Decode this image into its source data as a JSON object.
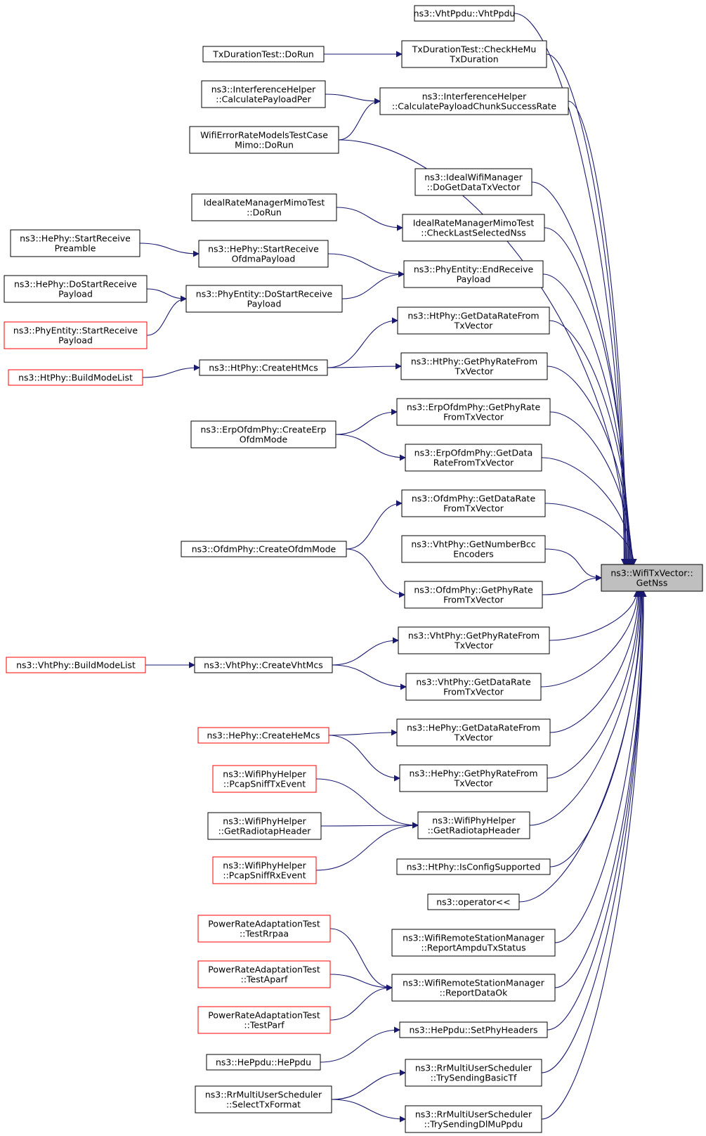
{
  "colors": {
    "edge": "#191970",
    "border_default": "#000000",
    "border_red": "#ff0000",
    "target_fill": "#bfbfbf"
  },
  "target": {
    "id": "t",
    "lines": [
      "ns3::WifiTxVector::",
      "GetNss"
    ]
  },
  "nodes": [
    {
      "id": "vhtppdu",
      "lines": [
        "ns3::VhtPpdu::VhtPpdu"
      ]
    },
    {
      "id": "checkhemu",
      "lines": [
        "TxDurationTest::CheckHeMu",
        "TxDuration"
      ]
    },
    {
      "id": "txdorun",
      "lines": [
        "TxDurationTest::DoRun"
      ]
    },
    {
      "id": "calcpayloadper",
      "lines": [
        "ns3::InterferenceHelper",
        "::CalculatePayloadPer"
      ]
    },
    {
      "id": "calcchunk",
      "lines": [
        "ns3::InterferenceHelper",
        "::CalculatePayloadChunkSuccessRate"
      ]
    },
    {
      "id": "wifierr",
      "lines": [
        "WifiErrorRateModelsTestCase",
        "Mimo::DoRun"
      ]
    },
    {
      "id": "idealwifi",
      "lines": [
        "ns3::IdealWifiManager",
        "::DoGetDataTxVector"
      ]
    },
    {
      "id": "idealrun",
      "lines": [
        "IdealRateManagerMimoTest",
        "::DoRun"
      ]
    },
    {
      "id": "checklast",
      "lines": [
        "IdealRateManagerMimoTest",
        "::CheckLastSelectedNss"
      ]
    },
    {
      "id": "hestartpre",
      "lines": [
        "ns3::HePhy::StartReceive",
        "Preamble"
      ]
    },
    {
      "id": "hestartofdma",
      "lines": [
        "ns3::HePhy::StartReceive",
        "OfdmaPayload"
      ]
    },
    {
      "id": "endreceive",
      "lines": [
        "ns3::PhyEntity::EndReceive",
        "Payload"
      ]
    },
    {
      "id": "hedostart",
      "lines": [
        "ns3::HePhy::DoStartReceive",
        "Payload"
      ]
    },
    {
      "id": "phydostart",
      "lines": [
        "ns3::PhyEntity::DoStartReceive",
        "Payload"
      ]
    },
    {
      "id": "phystart",
      "lines": [
        "ns3::PhyEntity::StartReceive",
        "Payload"
      ],
      "red": true
    },
    {
      "id": "htdatarate",
      "lines": [
        "ns3::HtPhy::GetDataRateFrom",
        "TxVector"
      ]
    },
    {
      "id": "htbuild",
      "lines": [
        "ns3::HtPhy::BuildModeList"
      ],
      "red": true
    },
    {
      "id": "htcreate",
      "lines": [
        "ns3::HtPhy::CreateHtMcs"
      ]
    },
    {
      "id": "htphyrate",
      "lines": [
        "ns3::HtPhy::GetPhyRateFrom",
        "TxVector"
      ]
    },
    {
      "id": "erpphyrate",
      "lines": [
        "ns3::ErpOfdmPhy::GetPhyRate",
        "FromTxVector"
      ]
    },
    {
      "id": "erpcreate",
      "lines": [
        "ns3::ErpOfdmPhy::CreateErp",
        "OfdmMode"
      ]
    },
    {
      "id": "erpdata",
      "lines": [
        "ns3::ErpOfdmPhy::GetData",
        "RateFromTxVector"
      ]
    },
    {
      "id": "ofdmdata",
      "lines": [
        "ns3::OfdmPhy::GetDataRate",
        "FromTxVector"
      ]
    },
    {
      "id": "ofdmcreate",
      "lines": [
        "ns3::OfdmPhy::CreateOfdmMode"
      ]
    },
    {
      "id": "vhtbcc",
      "lines": [
        "ns3::VhtPhy::GetNumberBcc",
        "Encoders"
      ]
    },
    {
      "id": "ofdmphyrate",
      "lines": [
        "ns3::OfdmPhy::GetPhyRate",
        "FromTxVector"
      ]
    },
    {
      "id": "vhtphyrate",
      "lines": [
        "ns3::VhtPhy::GetPhyRateFrom",
        "TxVector"
      ]
    },
    {
      "id": "vhtbuild",
      "lines": [
        "ns3::VhtPhy::BuildModeList"
      ],
      "red": true
    },
    {
      "id": "vhtcreate",
      "lines": [
        "ns3::VhtPhy::CreateVhtMcs"
      ]
    },
    {
      "id": "vhtdata",
      "lines": [
        "ns3::VhtPhy::GetDataRate",
        "FromTxVector"
      ]
    },
    {
      "id": "hecreate",
      "lines": [
        "ns3::HePhy::CreateHeMcs"
      ],
      "red": true
    },
    {
      "id": "hedata",
      "lines": [
        "ns3::HePhy::GetDataRateFrom",
        "TxVector"
      ]
    },
    {
      "id": "hephyrate",
      "lines": [
        "ns3::HePhy::GetPhyRateFrom",
        "TxVector"
      ]
    },
    {
      "id": "pcaptx",
      "lines": [
        "ns3::WifiPhyHelper",
        "::PcapSniffTxEvent"
      ],
      "red": true
    },
    {
      "id": "radiotapL",
      "lines": [
        "ns3::WifiPhyHelper",
        "::GetRadiotapHeader"
      ]
    },
    {
      "id": "radiotapR",
      "lines": [
        "ns3::WifiPhyHelper",
        "::GetRadiotapHeader"
      ]
    },
    {
      "id": "pcaprx",
      "lines": [
        "ns3::WifiPhyHelper",
        "::PcapSniffRxEvent"
      ],
      "red": true
    },
    {
      "id": "htconfig",
      "lines": [
        "ns3::HtPhy::IsConfigSupported"
      ]
    },
    {
      "id": "oplshift",
      "lines": [
        "ns3::operator<<"
      ]
    },
    {
      "id": "ampdu",
      "lines": [
        "ns3::WifiRemoteStationManager",
        "::ReportAmpduTxStatus"
      ]
    },
    {
      "id": "rrpaa",
      "lines": [
        "PowerRateAdaptationTest",
        "::TestRrpaa"
      ],
      "red": true
    },
    {
      "id": "aparf",
      "lines": [
        "PowerRateAdaptationTest",
        "::TestAparf"
      ],
      "red": true
    },
    {
      "id": "dataok",
      "lines": [
        "ns3::WifiRemoteStationManager",
        "::ReportDataOk"
      ]
    },
    {
      "id": "parf",
      "lines": [
        "PowerRateAdaptationTest",
        "::TestParf"
      ],
      "red": true
    },
    {
      "id": "heppduset",
      "lines": [
        "ns3::HePpdu::SetPhyHeaders"
      ]
    },
    {
      "id": "heppdu",
      "lines": [
        "ns3::HePpdu::HePpdu"
      ]
    },
    {
      "id": "trybasic",
      "lines": [
        "ns3::RrMultiUserScheduler",
        "::TrySendingBasicTf"
      ]
    },
    {
      "id": "selecttx",
      "lines": [
        "ns3::RrMultiUserScheduler",
        "::SelectTxFormat"
      ]
    },
    {
      "id": "trydl",
      "lines": [
        "ns3::RrMultiUserScheduler",
        "::TrySendingDlMuPpdu"
      ]
    }
  ],
  "edges": [
    [
      "txdorun",
      "checkhemu"
    ],
    [
      "calcpayloadper",
      "calcchunk"
    ],
    [
      "wifierr",
      "calcchunk"
    ],
    [
      "idealrun",
      "checklast"
    ],
    [
      "hestartpre",
      "hestartofdma"
    ],
    [
      "hestartofdma",
      "endreceive"
    ],
    [
      "hedostart",
      "phydostart"
    ],
    [
      "phystart",
      "phydostart"
    ],
    [
      "phydostart",
      "endreceive"
    ],
    [
      "htbuild",
      "htcreate"
    ],
    [
      "htcreate",
      "htdatarate"
    ],
    [
      "htcreate",
      "htphyrate"
    ],
    [
      "erpcreate",
      "erpphyrate"
    ],
    [
      "erpcreate",
      "erpdata"
    ],
    [
      "ofdmcreate",
      "ofdmdata"
    ],
    [
      "ofdmcreate",
      "ofdmphyrate"
    ],
    [
      "vhtbuild",
      "vhtcreate"
    ],
    [
      "vhtcreate",
      "vhtphyrate"
    ],
    [
      "vhtcreate",
      "vhtdata"
    ],
    [
      "hecreate",
      "hedata"
    ],
    [
      "hecreate",
      "hephyrate"
    ],
    [
      "pcaptx",
      "radiotapR"
    ],
    [
      "radiotapL",
      "radiotapR"
    ],
    [
      "pcaprx",
      "radiotapR"
    ],
    [
      "rrpaa",
      "dataok"
    ],
    [
      "aparf",
      "dataok"
    ],
    [
      "parf",
      "dataok"
    ],
    [
      "heppdu",
      "heppduset"
    ],
    [
      "selecttx",
      "trybasic"
    ],
    [
      "selecttx",
      "trydl"
    ],
    [
      "vhtppdu",
      "t"
    ],
    [
      "checkhemu",
      "t"
    ],
    [
      "calcchunk",
      "t"
    ],
    [
      "wifierr",
      "t"
    ],
    [
      "idealwifi",
      "t"
    ],
    [
      "checklast",
      "t"
    ],
    [
      "endreceive",
      "t"
    ],
    [
      "htdatarate",
      "t"
    ],
    [
      "htphyrate",
      "t"
    ],
    [
      "erpphyrate",
      "t"
    ],
    [
      "erpdata",
      "t"
    ],
    [
      "ofdmdata",
      "t"
    ],
    [
      "vhtbcc",
      "t"
    ],
    [
      "ofdmphyrate",
      "t"
    ],
    [
      "vhtphyrate",
      "t"
    ],
    [
      "vhtdata",
      "t"
    ],
    [
      "hedata",
      "t"
    ],
    [
      "hephyrate",
      "t"
    ],
    [
      "radiotapR",
      "t"
    ],
    [
      "htconfig",
      "t"
    ],
    [
      "oplshift",
      "t"
    ],
    [
      "ampdu",
      "t"
    ],
    [
      "dataok",
      "t"
    ],
    [
      "heppduset",
      "t"
    ],
    [
      "trybasic",
      "t"
    ],
    [
      "trydl",
      "t"
    ]
  ]
}
